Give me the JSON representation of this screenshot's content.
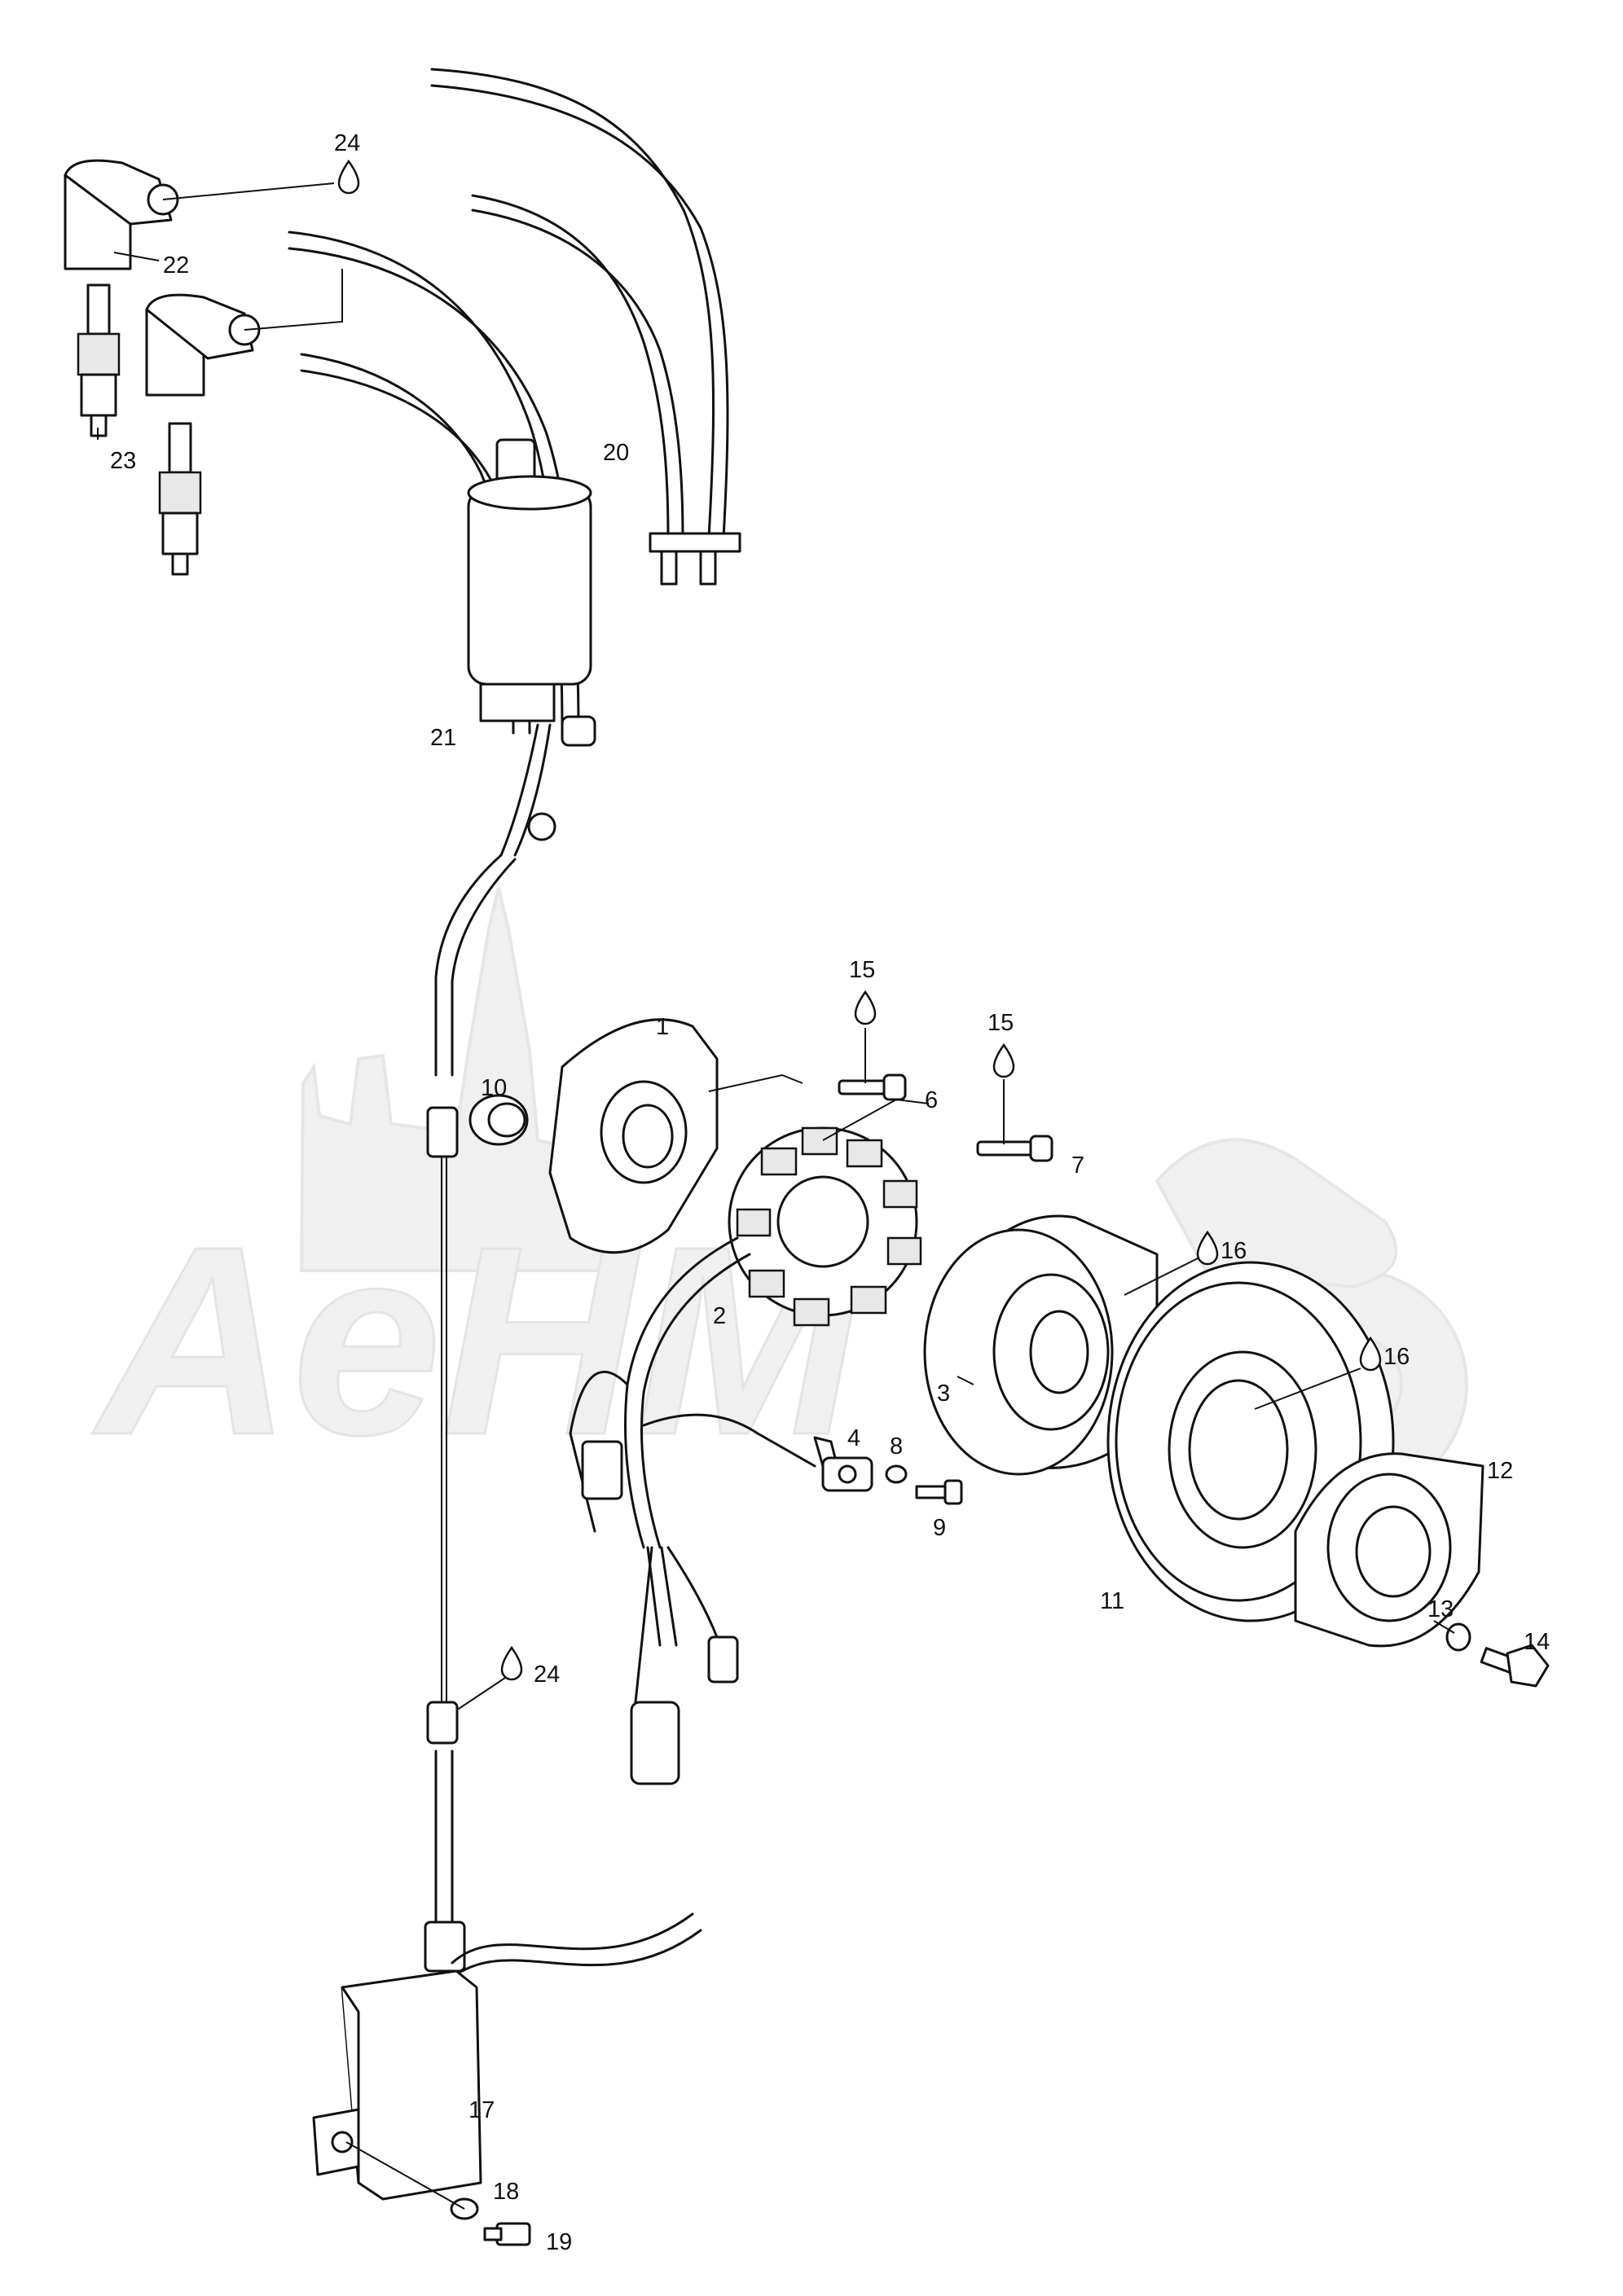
{
  "watermark": {
    "text": "AeHM"
  },
  "callouts": [
    {
      "id": "p24a",
      "text": "24"
    },
    {
      "id": "p22",
      "text": "22"
    },
    {
      "id": "p23",
      "text": "23"
    },
    {
      "id": "p20",
      "text": "20"
    },
    {
      "id": "p21",
      "text": "21"
    },
    {
      "id": "p15a",
      "text": "15"
    },
    {
      "id": "p15b",
      "text": "15"
    },
    {
      "id": "p1",
      "text": "1"
    },
    {
      "id": "p10",
      "text": "10"
    },
    {
      "id": "p6",
      "text": "6"
    },
    {
      "id": "p7",
      "text": "7"
    },
    {
      "id": "p16a",
      "text": "16"
    },
    {
      "id": "p16b",
      "text": "16"
    },
    {
      "id": "p2",
      "text": "2"
    },
    {
      "id": "p3",
      "text": "3"
    },
    {
      "id": "p4",
      "text": "4"
    },
    {
      "id": "p8",
      "text": "8"
    },
    {
      "id": "p9",
      "text": "9"
    },
    {
      "id": "p12",
      "text": "12"
    },
    {
      "id": "p11",
      "text": "11"
    },
    {
      "id": "p13",
      "text": "13"
    },
    {
      "id": "p14",
      "text": "14"
    },
    {
      "id": "p24b",
      "text": "24"
    },
    {
      "id": "p17",
      "text": "17"
    },
    {
      "id": "p18",
      "text": "18"
    },
    {
      "id": "p19",
      "text": "19"
    }
  ]
}
